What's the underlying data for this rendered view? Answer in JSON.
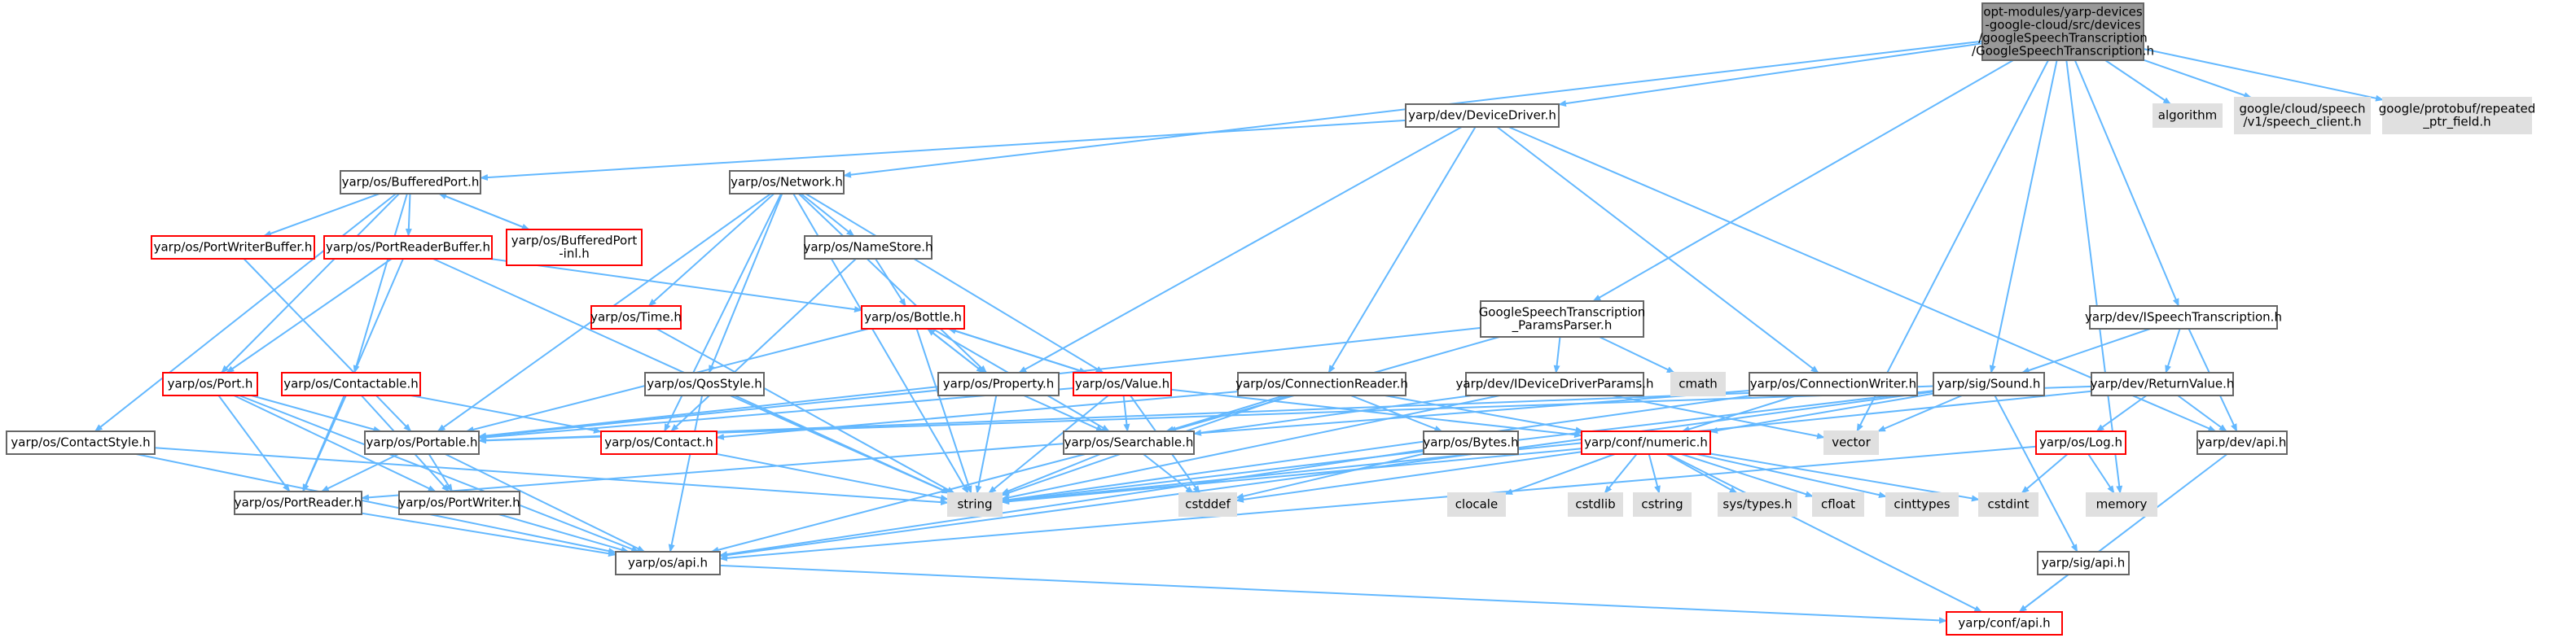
{
  "colors": {
    "edge": "#63b8ff",
    "root_fill": "#999999",
    "root_stroke": "#666666",
    "node_fill": "#ffffff",
    "node_stroke": "#666666",
    "incomplete_stroke": "#ff0000",
    "external_fill": "#e0e0e0",
    "external_stroke": "#e0e0e0"
  },
  "nodes": [
    {
      "id": "root",
      "kind": "root",
      "lines": [
        "opt-modules/yarp-devices",
        "-google-cloud/src/devices",
        "/googleSpeechTranscription",
        "/GoogleSpeechTranscription.h"
      ]
    },
    {
      "id": "devicedriver",
      "kind": "normal",
      "lines": [
        "yarp/dev/DeviceDriver.h"
      ]
    },
    {
      "id": "algorithm",
      "kind": "external",
      "lines": [
        "algorithm"
      ]
    },
    {
      "id": "speech_client",
      "kind": "external",
      "lines": [
        "google/cloud/speech",
        "/v1/speech_client.h"
      ]
    },
    {
      "id": "repeated_ptr",
      "kind": "external",
      "lines": [
        "google/protobuf/repeated",
        "_ptr_field.h"
      ]
    },
    {
      "id": "bufferedport",
      "kind": "normal",
      "lines": [
        "yarp/os/BufferedPort.h"
      ]
    },
    {
      "id": "network",
      "kind": "normal",
      "lines": [
        "yarp/os/Network.h"
      ]
    },
    {
      "id": "portwriterbuffer",
      "kind": "incomplete",
      "lines": [
        "yarp/os/PortWriterBuffer.h"
      ]
    },
    {
      "id": "portreaderbuffer",
      "kind": "incomplete",
      "lines": [
        "yarp/os/PortReaderBuffer.h"
      ]
    },
    {
      "id": "bufferedport_inl",
      "kind": "incomplete",
      "lines": [
        "yarp/os/BufferedPort",
        "-inl.h"
      ]
    },
    {
      "id": "namestore",
      "kind": "normal",
      "lines": [
        "yarp/os/NameStore.h"
      ]
    },
    {
      "id": "time",
      "kind": "incomplete",
      "lines": [
        "yarp/os/Time.h"
      ]
    },
    {
      "id": "bottle",
      "kind": "incomplete",
      "lines": [
        "yarp/os/Bottle.h"
      ]
    },
    {
      "id": "params_parser",
      "kind": "normal",
      "lines": [
        "GoogleSpeechTranscription",
        "_ParamsParser.h"
      ]
    },
    {
      "id": "ispeech",
      "kind": "normal",
      "lines": [
        "yarp/dev/ISpeechTranscription.h"
      ]
    },
    {
      "id": "port",
      "kind": "incomplete",
      "lines": [
        "yarp/os/Port.h"
      ]
    },
    {
      "id": "contactable",
      "kind": "incomplete",
      "lines": [
        "yarp/os/Contactable.h"
      ]
    },
    {
      "id": "qosstyle",
      "kind": "normal",
      "lines": [
        "yarp/os/QosStyle.h"
      ]
    },
    {
      "id": "property",
      "kind": "normal",
      "lines": [
        "yarp/os/Property.h"
      ]
    },
    {
      "id": "value",
      "kind": "incomplete",
      "lines": [
        "yarp/os/Value.h"
      ]
    },
    {
      "id": "connectionreader",
      "kind": "normal",
      "lines": [
        "yarp/os/ConnectionReader.h"
      ]
    },
    {
      "id": "ideviceparams",
      "kind": "normal",
      "lines": [
        "yarp/dev/IDeviceDriverParams.h"
      ]
    },
    {
      "id": "cmath",
      "kind": "external",
      "lines": [
        "cmath"
      ]
    },
    {
      "id": "connectionwriter",
      "kind": "normal",
      "lines": [
        "yarp/os/ConnectionWriter.h"
      ]
    },
    {
      "id": "sound",
      "kind": "normal",
      "lines": [
        "yarp/sig/Sound.h"
      ]
    },
    {
      "id": "returnvalue",
      "kind": "normal",
      "lines": [
        "yarp/dev/ReturnValue.h"
      ]
    },
    {
      "id": "contactstyle",
      "kind": "normal",
      "lines": [
        "yarp/os/ContactStyle.h"
      ]
    },
    {
      "id": "portable",
      "kind": "normal",
      "lines": [
        "yarp/os/Portable.h"
      ]
    },
    {
      "id": "contact",
      "kind": "incomplete",
      "lines": [
        "yarp/os/Contact.h"
      ]
    },
    {
      "id": "searchable",
      "kind": "normal",
      "lines": [
        "yarp/os/Searchable.h"
      ]
    },
    {
      "id": "bytes",
      "kind": "normal",
      "lines": [
        "yarp/os/Bytes.h"
      ]
    },
    {
      "id": "numeric",
      "kind": "incomplete",
      "lines": [
        "yarp/conf/numeric.h"
      ]
    },
    {
      "id": "vector",
      "kind": "external",
      "lines": [
        "vector"
      ]
    },
    {
      "id": "dev_api",
      "kind": "normal",
      "lines": [
        "yarp/dev/api.h"
      ]
    },
    {
      "id": "log",
      "kind": "incomplete",
      "lines": [
        "yarp/os/Log.h"
      ]
    },
    {
      "id": "portreader",
      "kind": "normal",
      "lines": [
        "yarp/os/PortReader.h"
      ]
    },
    {
      "id": "portwriter",
      "kind": "normal",
      "lines": [
        "yarp/os/PortWriter.h"
      ]
    },
    {
      "id": "string",
      "kind": "external",
      "lines": [
        "string"
      ]
    },
    {
      "id": "cstddef",
      "kind": "external",
      "lines": [
        "cstddef"
      ]
    },
    {
      "id": "clocale",
      "kind": "external",
      "lines": [
        "clocale"
      ]
    },
    {
      "id": "cstdlib",
      "kind": "external",
      "lines": [
        "cstdlib"
      ]
    },
    {
      "id": "cstring",
      "kind": "external",
      "lines": [
        "cstring"
      ]
    },
    {
      "id": "systypes",
      "kind": "external",
      "lines": [
        "sys/types.h"
      ]
    },
    {
      "id": "cfloat",
      "kind": "external",
      "lines": [
        "cfloat"
      ]
    },
    {
      "id": "cinttypes",
      "kind": "external",
      "lines": [
        "cinttypes"
      ]
    },
    {
      "id": "cstdint",
      "kind": "external",
      "lines": [
        "cstdint"
      ]
    },
    {
      "id": "memory",
      "kind": "external",
      "lines": [
        "memory"
      ]
    },
    {
      "id": "os_api",
      "kind": "normal",
      "lines": [
        "yarp/os/api.h"
      ]
    },
    {
      "id": "sig_api",
      "kind": "normal",
      "lines": [
        "yarp/sig/api.h"
      ]
    },
    {
      "id": "conf_api",
      "kind": "incomplete",
      "lines": [
        "yarp/conf/api.h"
      ]
    }
  ],
  "edges": [
    [
      "root",
      "devicedriver"
    ],
    [
      "root",
      "algorithm"
    ],
    [
      "root",
      "speech_client"
    ],
    [
      "root",
      "repeated_ptr"
    ],
    [
      "root",
      "network"
    ],
    [
      "root",
      "params_parser"
    ],
    [
      "root",
      "ispeech"
    ],
    [
      "root",
      "sound"
    ],
    [
      "root",
      "vector"
    ],
    [
      "root",
      "memory"
    ],
    [
      "devicedriver",
      "bufferedport"
    ],
    [
      "devicedriver",
      "property"
    ],
    [
      "devicedriver",
      "connectionreader"
    ],
    [
      "devicedriver",
      "connectionwriter"
    ],
    [
      "devicedriver",
      "dev_api"
    ],
    [
      "bufferedport",
      "portwriterbuffer"
    ],
    [
      "bufferedport",
      "portreaderbuffer"
    ],
    [
      "bufferedport",
      "bufferedport_inl"
    ],
    [
      "bufferedport",
      "port"
    ],
    [
      "bufferedport",
      "contactable"
    ],
    [
      "bufferedport",
      "contactstyle"
    ],
    [
      "bufferedport_inl",
      "bufferedport"
    ],
    [
      "network",
      "namestore"
    ],
    [
      "network",
      "time"
    ],
    [
      "network",
      "qosstyle"
    ],
    [
      "network",
      "property"
    ],
    [
      "network",
      "value"
    ],
    [
      "network",
      "portable"
    ],
    [
      "network",
      "contact"
    ],
    [
      "network",
      "string"
    ],
    [
      "portwriterbuffer",
      "portable"
    ],
    [
      "portreaderbuffer",
      "port"
    ],
    [
      "portreaderbuffer",
      "portreader"
    ],
    [
      "portreaderbuffer",
      "bottle"
    ],
    [
      "portreaderbuffer",
      "string"
    ],
    [
      "namestore",
      "bottle"
    ],
    [
      "namestore",
      "contact"
    ],
    [
      "time",
      "string"
    ],
    [
      "bottle",
      "property"
    ],
    [
      "bottle",
      "value"
    ],
    [
      "bottle",
      "portable"
    ],
    [
      "bottle",
      "searchable"
    ],
    [
      "bottle",
      "string"
    ],
    [
      "property",
      "bottle"
    ],
    [
      "property",
      "portable"
    ],
    [
      "property",
      "searchable"
    ],
    [
      "property",
      "string"
    ],
    [
      "value",
      "bottle"
    ],
    [
      "value",
      "portable"
    ],
    [
      "value",
      "searchable"
    ],
    [
      "value",
      "numeric"
    ],
    [
      "value",
      "string"
    ],
    [
      "value",
      "cstddef"
    ],
    [
      "port",
      "portable"
    ],
    [
      "port",
      "portreader"
    ],
    [
      "port",
      "portwriter"
    ],
    [
      "port",
      "os_api"
    ],
    [
      "contactable",
      "contact"
    ],
    [
      "contactable",
      "portreader"
    ],
    [
      "contactable",
      "portwriter"
    ],
    [
      "qosstyle",
      "os_api"
    ],
    [
      "qosstyle",
      "string"
    ],
    [
      "connectionreader",
      "contact"
    ],
    [
      "connectionreader",
      "searchable"
    ],
    [
      "connectionreader",
      "bytes"
    ],
    [
      "connectionreader",
      "numeric"
    ],
    [
      "connectionreader",
      "string"
    ],
    [
      "params_parser",
      "ideviceparams"
    ],
    [
      "params_parser",
      "cmath"
    ],
    [
      "params_parser",
      "searchable"
    ],
    [
      "params_parser",
      "portable"
    ],
    [
      "ideviceparams",
      "searchable"
    ],
    [
      "ideviceparams",
      "string"
    ],
    [
      "ideviceparams",
      "vector"
    ],
    [
      "connectionwriter",
      "portreader"
    ],
    [
      "connectionwriter",
      "numeric"
    ],
    [
      "connectionwriter",
      "string"
    ],
    [
      "ispeech",
      "sound"
    ],
    [
      "ispeech",
      "returnvalue"
    ],
    [
      "ispeech",
      "dev_api"
    ],
    [
      "sound",
      "portable"
    ],
    [
      "sound",
      "numeric"
    ],
    [
      "sound",
      "vector"
    ],
    [
      "sound",
      "sig_api"
    ],
    [
      "sound",
      "string"
    ],
    [
      "sound",
      "os_api"
    ],
    [
      "returnvalue",
      "log"
    ],
    [
      "returnvalue",
      "dev_api"
    ],
    [
      "returnvalue",
      "portable"
    ],
    [
      "returnvalue",
      "string"
    ],
    [
      "contactstyle",
      "os_api"
    ],
    [
      "contactstyle",
      "string"
    ],
    [
      "portable",
      "portreader"
    ],
    [
      "portable",
      "portwriter"
    ],
    [
      "portable",
      "os_api"
    ],
    [
      "contact",
      "string"
    ],
    [
      "searchable",
      "os_api"
    ],
    [
      "searchable",
      "string"
    ],
    [
      "searchable",
      "cstddef"
    ],
    [
      "bytes",
      "os_api"
    ],
    [
      "bytes",
      "cstddef"
    ],
    [
      "numeric",
      "conf_api"
    ],
    [
      "numeric",
      "clocale"
    ],
    [
      "numeric",
      "cstdlib"
    ],
    [
      "numeric",
      "cstring"
    ],
    [
      "numeric",
      "systypes"
    ],
    [
      "numeric",
      "cfloat"
    ],
    [
      "numeric",
      "cinttypes"
    ],
    [
      "numeric",
      "cstdint"
    ],
    [
      "numeric",
      "cstddef"
    ],
    [
      "numeric",
      "string"
    ],
    [
      "dev_api",
      "conf_api"
    ],
    [
      "log",
      "cstdint"
    ],
    [
      "log",
      "memory"
    ],
    [
      "log",
      "os_api"
    ],
    [
      "portreader",
      "os_api"
    ],
    [
      "portwriter",
      "os_api"
    ],
    [
      "os_api",
      "conf_api"
    ],
    [
      "sig_api",
      "conf_api"
    ]
  ]
}
